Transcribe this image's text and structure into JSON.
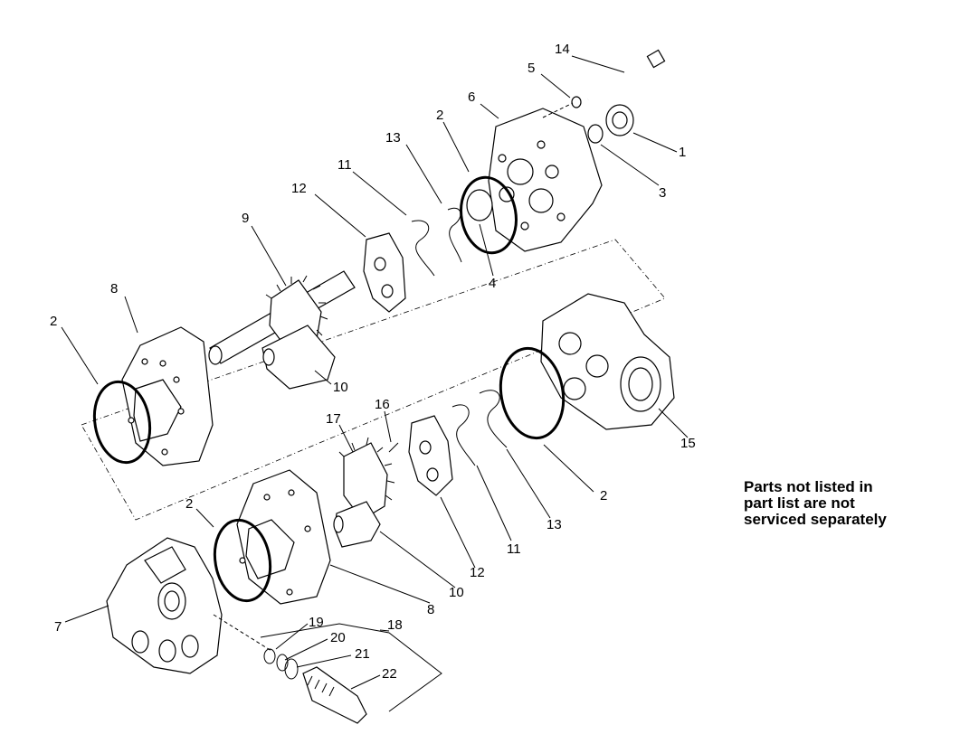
{
  "callouts": {
    "c1": "1",
    "c2a": "2",
    "c2b": "2",
    "c2c": "2",
    "c2d": "2",
    "c3": "3",
    "c4": "4",
    "c5": "5",
    "c6": "6",
    "c7": "7",
    "c8a": "8",
    "c8b": "8",
    "c9": "9",
    "c10a": "10",
    "c10b": "10",
    "c11a": "11",
    "c11b": "11",
    "c12a": "12",
    "c12b": "12",
    "c13a": "13",
    "c13b": "13",
    "c14": "14",
    "c15": "15",
    "c16": "16",
    "c17": "17",
    "c18": "18",
    "c19": "19",
    "c20": "20",
    "c21": "21",
    "c22": "22"
  },
  "note": {
    "line1": "Parts not listed in",
    "line2": "part list are not",
    "line3": "serviced separately"
  }
}
